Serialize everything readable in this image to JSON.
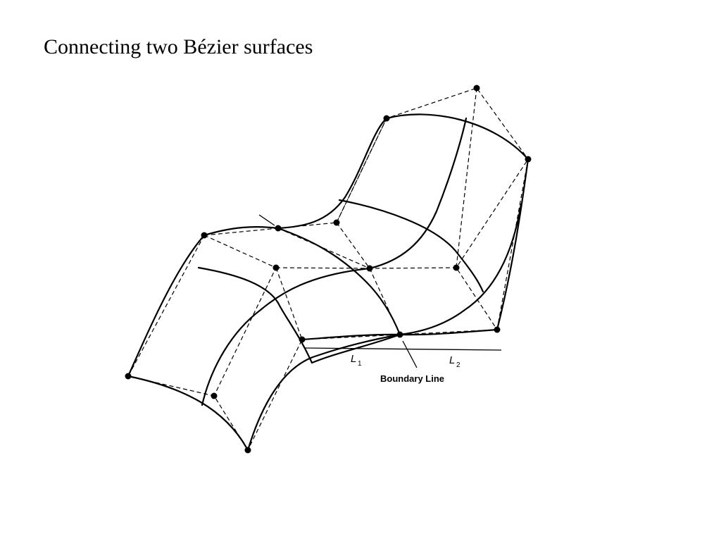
{
  "slide": {
    "title": "Connecting two Bézier surfaces"
  },
  "diagram": {
    "labels": {
      "l1_letter": "L",
      "l1_sub": "1",
      "l2_letter": "L",
      "l2_sub": "2",
      "boundary": "Boundary Line"
    }
  }
}
